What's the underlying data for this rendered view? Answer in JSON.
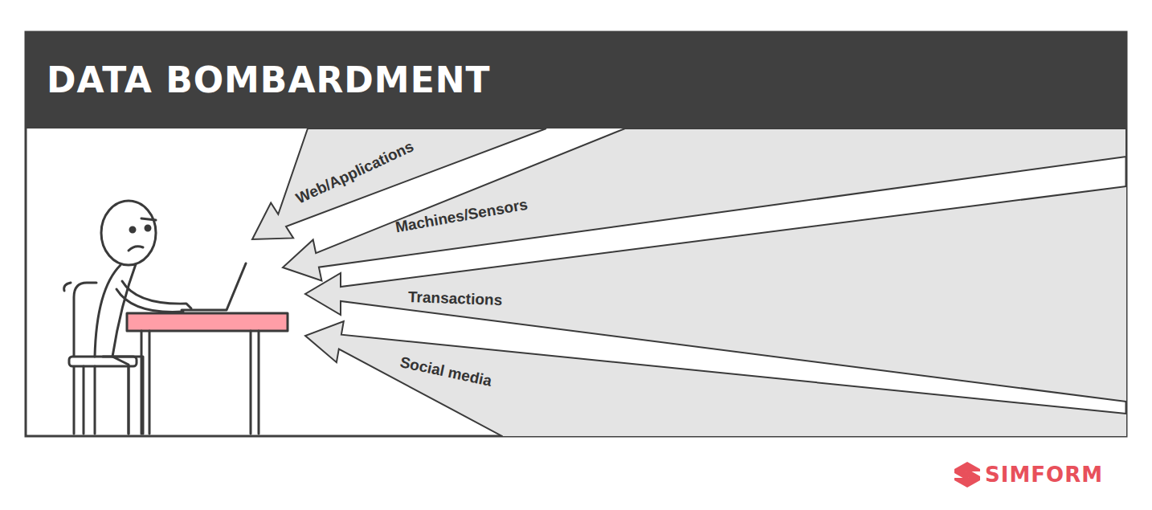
{
  "diagram": {
    "title": "DATA BOMBARDMENT",
    "labels": [
      "Web/Applications",
      "Machines/Sensors",
      "Transactions",
      "Social media",
      "SIMFORM"
    ]
  }
}
